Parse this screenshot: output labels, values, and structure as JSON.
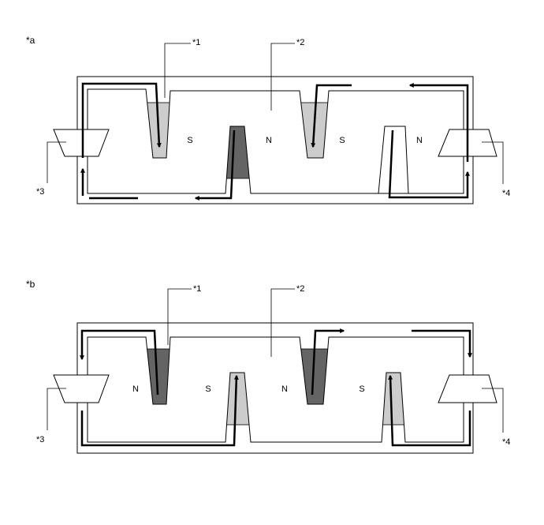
{
  "colors": {
    "dark_magnet": "#646464",
    "light_magnet": "#cccccc",
    "outline": "#000000",
    "background": "#ffffff",
    "label_box": "#ffffff"
  },
  "diagram_a": {
    "panel_label": "*a",
    "callouts": {
      "c1": "*1",
      "c2": "*2",
      "c3": "*3",
      "c4": "*4"
    },
    "poles": [
      "S",
      "N",
      "S",
      "N"
    ]
  },
  "diagram_b": {
    "panel_label": "*b",
    "callouts": {
      "c1": "*1",
      "c2": "*2",
      "c3": "*3",
      "c4": "*4"
    },
    "poles": [
      "N",
      "S",
      "N",
      "S"
    ]
  }
}
